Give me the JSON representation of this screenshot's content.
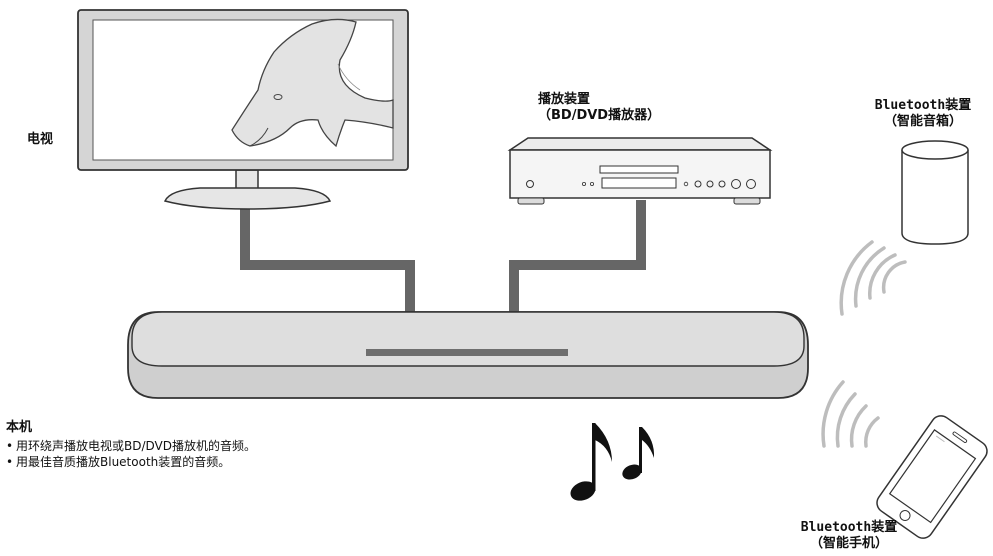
{
  "labels": {
    "tv": "电视",
    "player_line1": "播放装置",
    "player_line2": "（BD/DVD播放器）",
    "speaker_line1": "Bluetooth装置",
    "speaker_line2": "（智能音箱）",
    "phone_line1": "Bluetooth装置",
    "phone_line2": "（智能手机）"
  },
  "unit": {
    "title": "本机",
    "features": [
      "用环绕声播放电视或BD/DVD播放机的音频。",
      "用最佳音质播放Bluetooth装置的音频。"
    ]
  },
  "colors": {
    "cable": "#666666",
    "outline": "#333333",
    "soundbar_fill": "#d9d9d9",
    "soundbar_front": "#cfcfcf",
    "wave": "#bdbdbd"
  }
}
